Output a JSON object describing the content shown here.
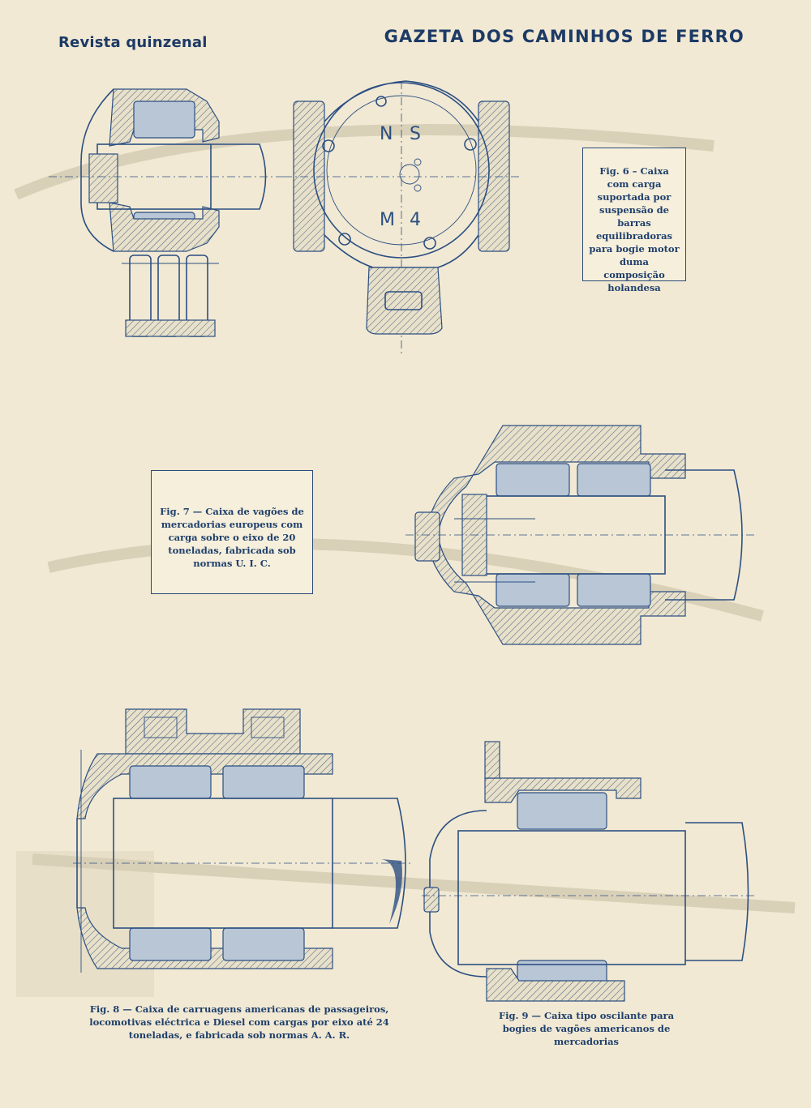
{
  "header": {
    "left": "Revista quinzenal",
    "right": "GAZETA DOS CAMINHOS DE FERRO"
  },
  "figures": [
    {
      "id": "fig6",
      "caption": "Fig. 6 – Caixa com carga suportada por suspensão de barras equilibradoras para bogie motor duma composição holandesa"
    },
    {
      "id": "fig7",
      "caption": "Fig. 7 — Caixa de vagões de mercadorias europeus com carga sobre o eixo de 20 toneladas, fabricada sob normas U. I. C."
    },
    {
      "id": "fig8",
      "caption": "Fig. 8 — Caixa de carruagens americanas de passageiros, locomotivas eléctrica e Diesel com cargas por eixo até 24 toneladas, e fabricada sob normas A. A. R."
    },
    {
      "id": "fig9",
      "caption": "Fig. 9 — Caixa tipo oscilante para bogies de vagões americanos de mercadorias"
    }
  ],
  "plate_markings": [
    "N",
    "S",
    "M",
    "4"
  ],
  "colors": {
    "paper": "#f1e9d3",
    "ink": "#2c4f82"
  }
}
